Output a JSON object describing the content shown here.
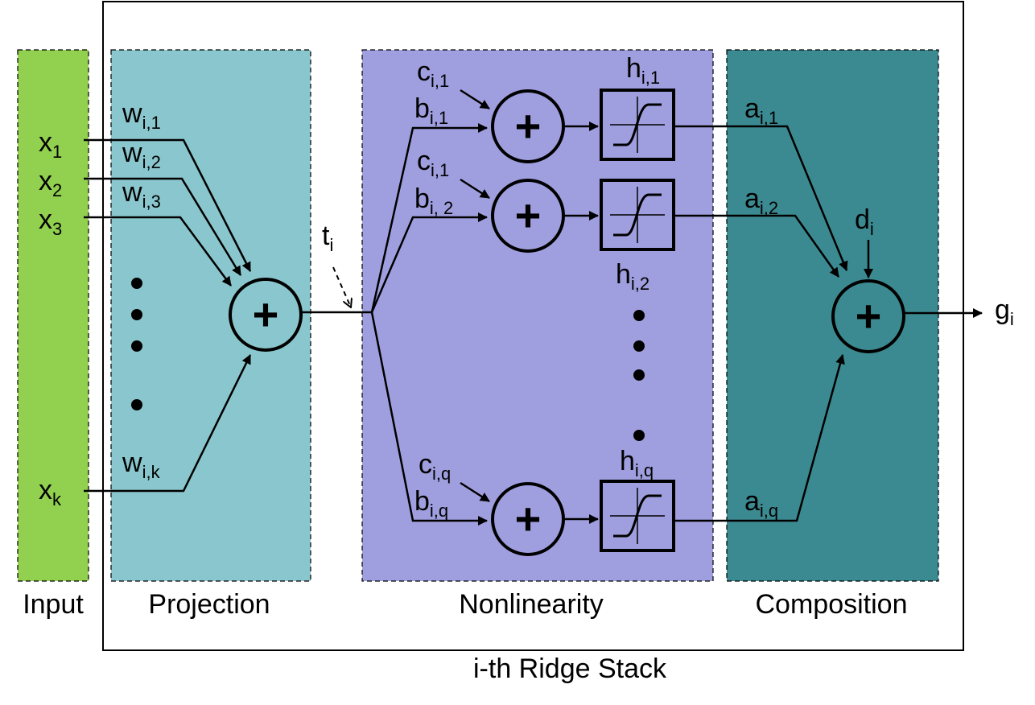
{
  "colors": {
    "input": "#92d050",
    "projection": "#8ac6cd",
    "nonlinearity": "#9f9fdf",
    "composition": "#3c8a91",
    "stroke": "#000000"
  },
  "sections": {
    "input": "Input",
    "projection": "Projection",
    "nonlinearity": "Nonlinearity",
    "composition": "Composition"
  },
  "stack_title": "i-th Ridge Stack",
  "inputs": [
    {
      "sym": "x",
      "sub": "1"
    },
    {
      "sym": "x",
      "sub": "2"
    },
    {
      "sym": "x",
      "sub": "3"
    },
    {
      "sym": "x",
      "sub": "k"
    }
  ],
  "weights": [
    {
      "sym": "w",
      "sub": "i,1"
    },
    {
      "sym": "w",
      "sub": "i,2"
    },
    {
      "sym": "w",
      "sub": "i,3"
    },
    {
      "sym": "w",
      "sub": "i,k"
    }
  ],
  "projection_out": {
    "sym": "t",
    "sub": "i"
  },
  "units": [
    {
      "c": {
        "sym": "c",
        "sub": "i,1"
      },
      "b": {
        "sym": "b",
        "sub": "i,1"
      },
      "h": {
        "sym": "h",
        "sub": "i,1"
      },
      "a": {
        "sym": "a",
        "sub": "i,1"
      }
    },
    {
      "c": {
        "sym": "c",
        "sub": "i,1"
      },
      "b": {
        "sym": "b",
        "sub": "i, 2"
      },
      "h": {
        "sym": "h",
        "sub": "i,2"
      },
      "a": {
        "sym": "a",
        "sub": "i,2"
      }
    },
    {
      "c": {
        "sym": "c",
        "sub": "i,q"
      },
      "b": {
        "sym": "b",
        "sub": "i,q"
      },
      "h": {
        "sym": "h",
        "sub": "i,q"
      },
      "a": {
        "sym": "a",
        "sub": "i,q"
      }
    }
  ],
  "bias_d": {
    "sym": "d",
    "sub": "i"
  },
  "output": {
    "sym": "g",
    "sub": "i"
  },
  "adder_symbol": "+"
}
